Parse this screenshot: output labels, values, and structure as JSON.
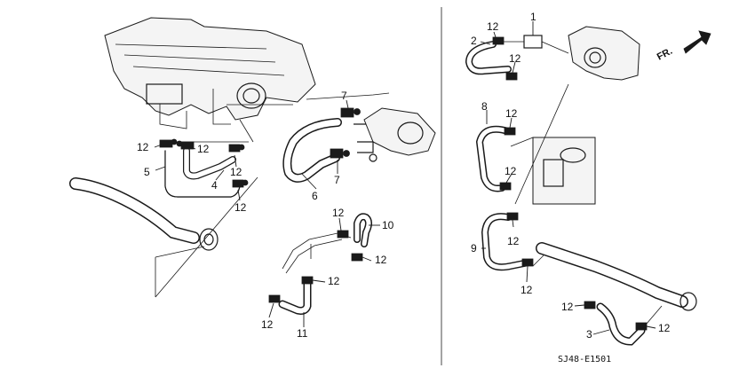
{
  "diagram": {
    "code": "SJ48-E1501",
    "direction_label": "FR.",
    "callouts": [
      "1",
      "2",
      "3",
      "4",
      "5",
      "6",
      "7",
      "8",
      "9",
      "10",
      "11",
      "12"
    ]
  }
}
